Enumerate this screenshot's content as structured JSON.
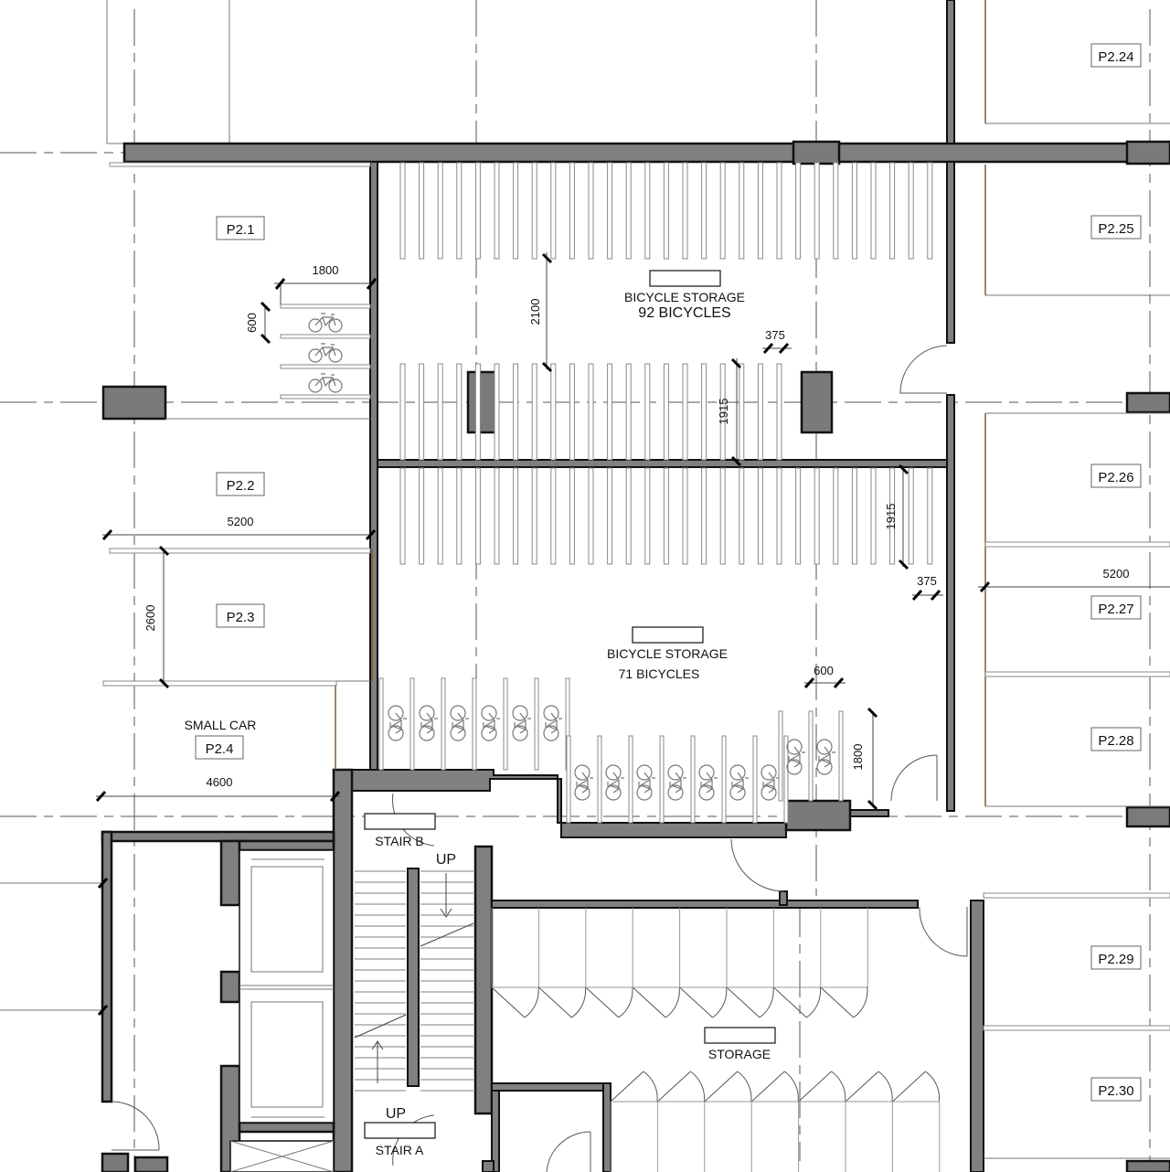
{
  "drawing": {
    "type": "architectural floor plan",
    "level": "P2",
    "colors": {
      "wall_fill": "#808080",
      "wall_outline": "#111111",
      "grid_line": "#555555",
      "parking_edge": "#8a5a2a",
      "background": "#ffffff"
    }
  },
  "parking_stalls": {
    "left": [
      {
        "id": "P2.1"
      },
      {
        "id": "P2.2"
      },
      {
        "id": "P2.3"
      },
      {
        "id": "P2.4",
        "note": "SMALL CAR"
      }
    ],
    "right": [
      {
        "id": "P2.24"
      },
      {
        "id": "P2.25"
      },
      {
        "id": "P2.26"
      },
      {
        "id": "P2.27"
      },
      {
        "id": "P2.28"
      },
      {
        "id": "P2.29"
      },
      {
        "id": "P2.30"
      }
    ]
  },
  "rooms": {
    "bike_storage_upper": {
      "name": "BICYCLE STORAGE",
      "capacity": "92 BICYCLES"
    },
    "bike_storage_lower": {
      "name": "BICYCLE STORAGE",
      "capacity": "71 BICYCLES"
    },
    "storage": {
      "name": "STORAGE"
    },
    "stair_b": {
      "name": "STAIR B",
      "direction": "UP"
    },
    "stair_a": {
      "name": "STAIR A",
      "direction": "UP"
    }
  },
  "dimensions": {
    "p21_rack_length": "1800",
    "p21_rack_spacing": "600",
    "upper_aisle": "2100",
    "upper_rack_spacing": "375",
    "upper_rack_depth": "1915",
    "lower_rack_depth": "1915",
    "lower_rack_spacing": "375",
    "p22_stall_length": "5200",
    "p23_stall_width": "2600",
    "p24_stall_length": "4600",
    "right_stall_length": "5200",
    "vertical_rack_spacing": "600",
    "vertical_rack_length": "1800"
  }
}
